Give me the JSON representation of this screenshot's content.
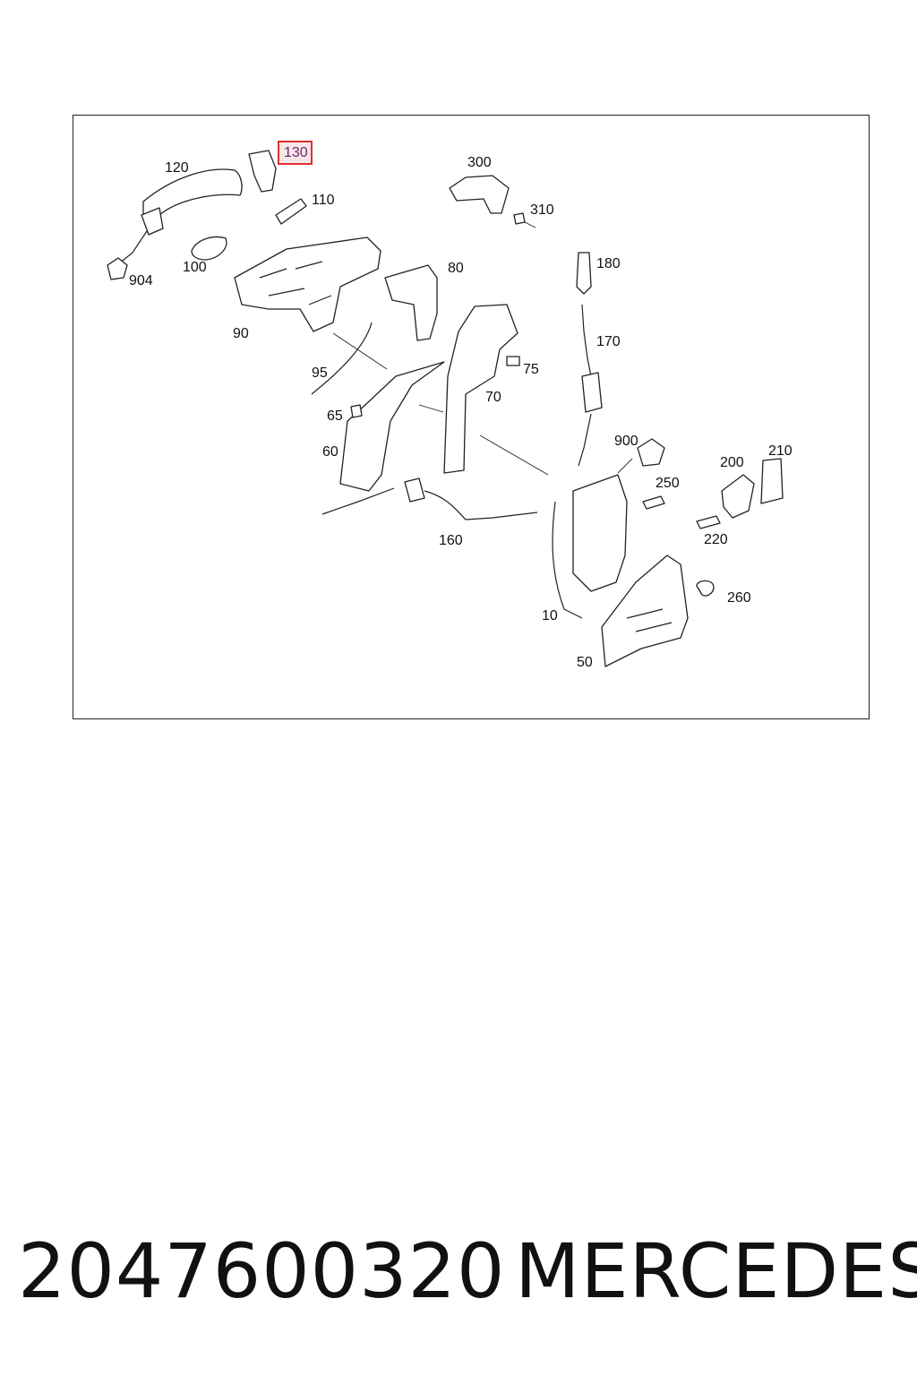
{
  "diagram": {
    "highlighted_part": "130",
    "labels": {
      "p120": "120",
      "p130": "130",
      "p110": "110",
      "p300": "300",
      "p310": "310",
      "p904": "904",
      "p100": "100",
      "p80": "80",
      "p180": "180",
      "p90": "90",
      "p170": "170",
      "p95": "95",
      "p75": "75",
      "p70": "70",
      "p65": "65",
      "p60": "60",
      "p900": "900",
      "p200": "200",
      "p210": "210",
      "p250": "250",
      "p160": "160",
      "p220": "220",
      "p260": "260",
      "p10": "10",
      "p50": "50"
    }
  },
  "footer": {
    "part_number": "2047600320",
    "brand": "MERCEDES"
  }
}
